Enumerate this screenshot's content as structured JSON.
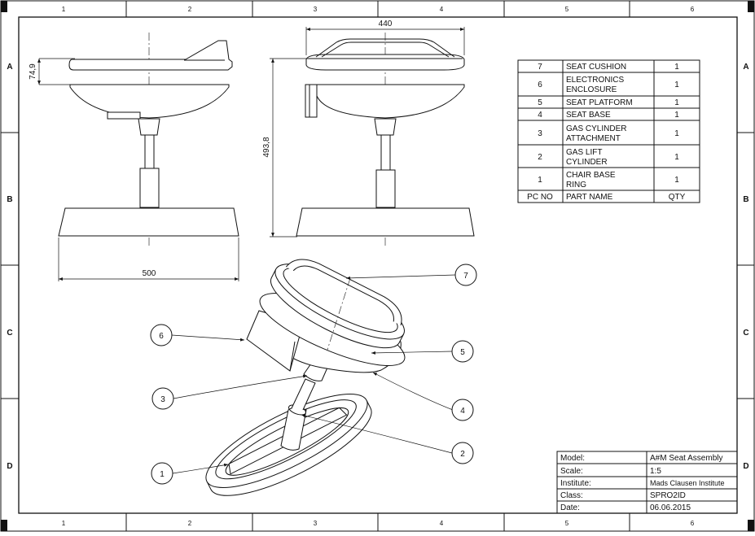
{
  "frame": {
    "zones_top": [
      "1",
      "2",
      "3",
      "4",
      "5",
      "6"
    ],
    "zones_bottom": [
      "1",
      "2",
      "3",
      "4",
      "5",
      "6"
    ],
    "rows_left": [
      "A",
      "B",
      "C",
      "D"
    ],
    "rows_right": [
      "A",
      "B",
      "C",
      "D"
    ]
  },
  "dimensions": {
    "seat_height": "74,9",
    "total_height": "493,8",
    "width_front": "440",
    "base_width": "500"
  },
  "parts_list": {
    "headers": {
      "pc": "PC NO",
      "name": "PART NAME",
      "qty": "QTY"
    },
    "rows": [
      {
        "pc": "7",
        "name": [
          "SEAT CUSHION"
        ],
        "qty": "1"
      },
      {
        "pc": "6",
        "name": [
          "ELECTRONICS",
          "ENCLOSURE"
        ],
        "qty": "1"
      },
      {
        "pc": "5",
        "name": [
          "SEAT PLATFORM"
        ],
        "qty": "1"
      },
      {
        "pc": "4",
        "name": [
          "SEAT BASE"
        ],
        "qty": "1"
      },
      {
        "pc": "3",
        "name": [
          "GAS CYLINDER",
          "ATTACHMENT"
        ],
        "qty": "1"
      },
      {
        "pc": "2",
        "name": [
          "GAS LIFT",
          "CYLINDER"
        ],
        "qty": "1"
      },
      {
        "pc": "1",
        "name": [
          "CHAIR BASE",
          "RING"
        ],
        "qty": "1"
      }
    ]
  },
  "balloons": [
    "1",
    "2",
    "3",
    "4",
    "5",
    "6",
    "7"
  ],
  "title_block": {
    "model_label": "Model:",
    "model_value": "A#M Seat Assembly",
    "scale_label": "Scale:",
    "scale_value": "1:5",
    "institute_label": "Institute:",
    "institute_value": "Mads Clausen Institute",
    "class_label": "Class:",
    "class_value": "SPRO2ID",
    "date_label": "Date:",
    "date_value": "06.06.2015"
  }
}
